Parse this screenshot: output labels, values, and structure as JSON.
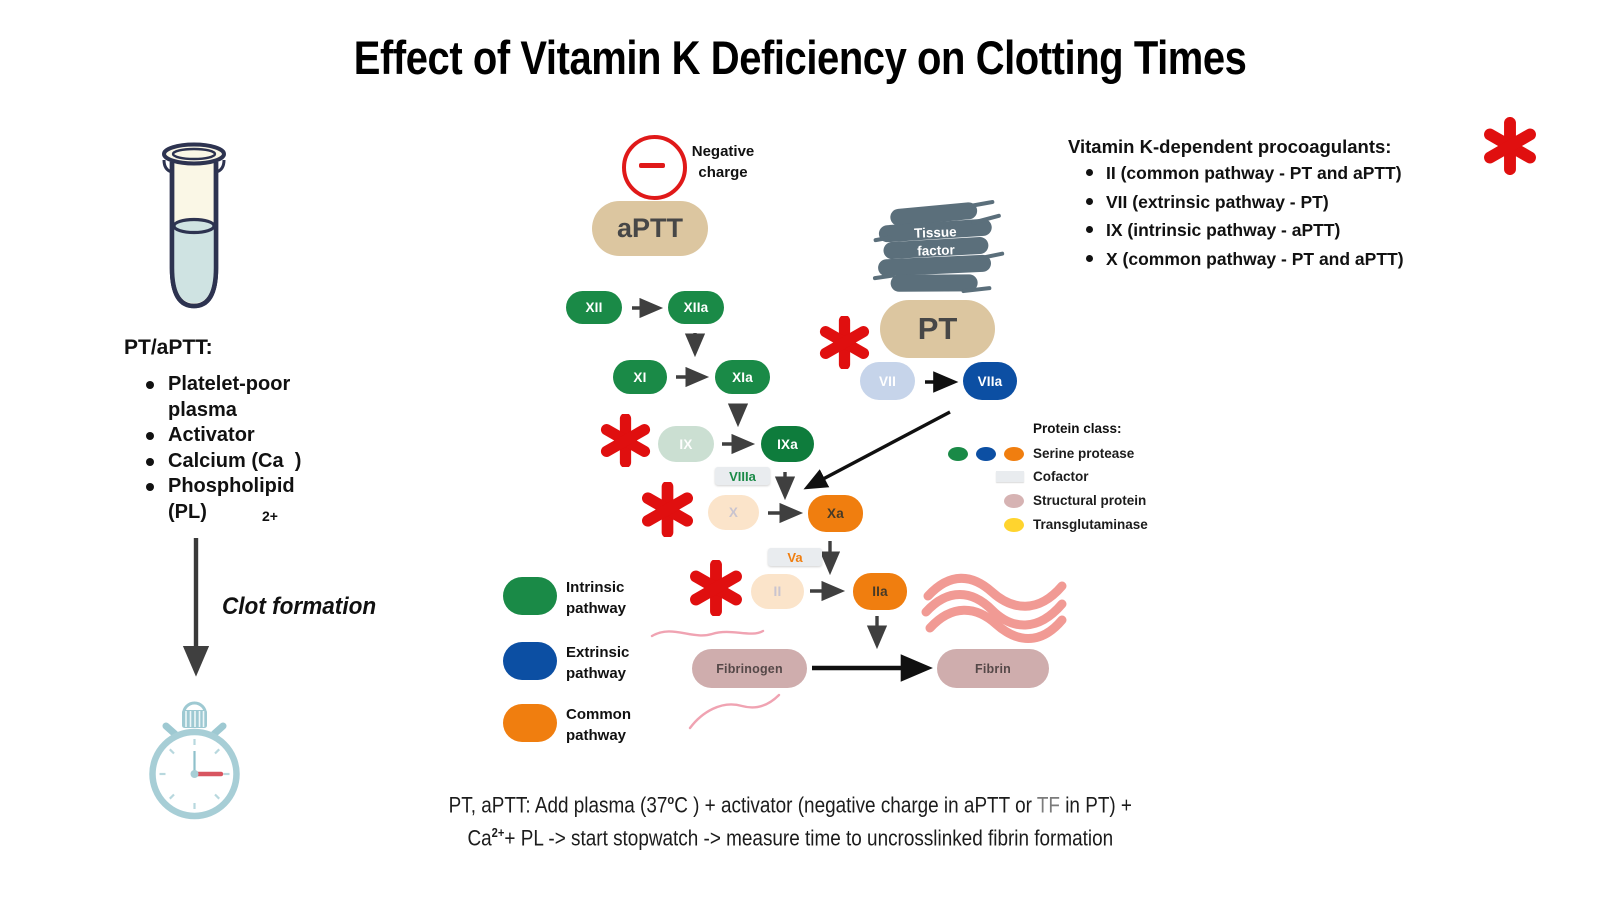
{
  "title": "Effect of Vitamin K Deficiency on Clotting Times",
  "colors": {
    "intrinsic_green": "#1a8a47",
    "extrinsic_blue": "#0c4fa3",
    "common_orange": "#f07e0f",
    "faded_green": "#cbdfd2",
    "faded_peach": "#fbe4ca",
    "faded_blue": "#c6d4ea",
    "tan_test_pill": "#dcc6a0",
    "structural_rose": "#cfadad",
    "transglutaminase_yellow": "#ffd42e",
    "cofactor_gray": "#e9ecef",
    "tissue_factor_slate": "#5b6f7b",
    "asterisk_red": "#e00f0f",
    "negative_charge_red": "#e01919",
    "stopwatch_blue": "#a7ced6",
    "fibrin_pink": "#f19a94"
  },
  "left_panel": {
    "heading": "PT/aPTT:",
    "bullets": [
      "Platelet-poor plasma",
      "Activator",
      "Calcium (Ca  )",
      "Phospholipid (PL)"
    ],
    "calcium_superscript": "2+",
    "clot_label": "Clot formation"
  },
  "activators": {
    "negative_charge_line1": "Negative",
    "negative_charge_line2": "charge",
    "aptt": "aPTT",
    "tissue_factor_line1": "Tissue",
    "tissue_factor_line2": "factor",
    "pt": "PT"
  },
  "cascade": {
    "xii": "XII",
    "xiia": "XIIa",
    "xi": "XI",
    "xia": "XIa",
    "ix": "IX",
    "ixa": "IXa",
    "viiia": "VIIIa",
    "x": "X",
    "xa": "Xa",
    "va": "Va",
    "ii": "II",
    "iia": "IIa",
    "vii": "VII",
    "viia": "VIIa",
    "fibrinogen": "Fibrinogen",
    "fibrin": "Fibrin"
  },
  "pathway_legend": [
    {
      "line1": "Intrinsic",
      "line2": "pathway",
      "color": "#1a8a47"
    },
    {
      "line1": "Extrinsic",
      "line2": "pathway",
      "color": "#0c4fa3"
    },
    {
      "line1": "Common",
      "line2": "pathway",
      "color": "#f07e0f"
    }
  ],
  "protein_class": {
    "heading": "Protein class:",
    "items": [
      "Serine protease",
      "Cofactor",
      "Structural protein",
      "Transglutaminase"
    ]
  },
  "vitamin_k": {
    "heading": "Vitamin K-dependent procoagulants:",
    "items": [
      "II (common pathway - PT and aPTT)",
      "VII (extrinsic pathway - PT)",
      "IX (intrinsic pathway - aPTT)",
      "X (common pathway - PT and aPTT)"
    ]
  },
  "footnote": {
    "line1_pre": "PT, aPTT: Add plasma (37",
    "line1_sup": "o",
    "line1_mid": "C ) + activator (negative charge in aPTT or ",
    "line1_tf": "TF",
    "line1_post": " in PT) +",
    "line2_pre": "Ca",
    "line2_sup": "2+",
    "line2_post": "+ PL -> start stopwatch -> measure time to uncrosslinked fibrin formation"
  }
}
